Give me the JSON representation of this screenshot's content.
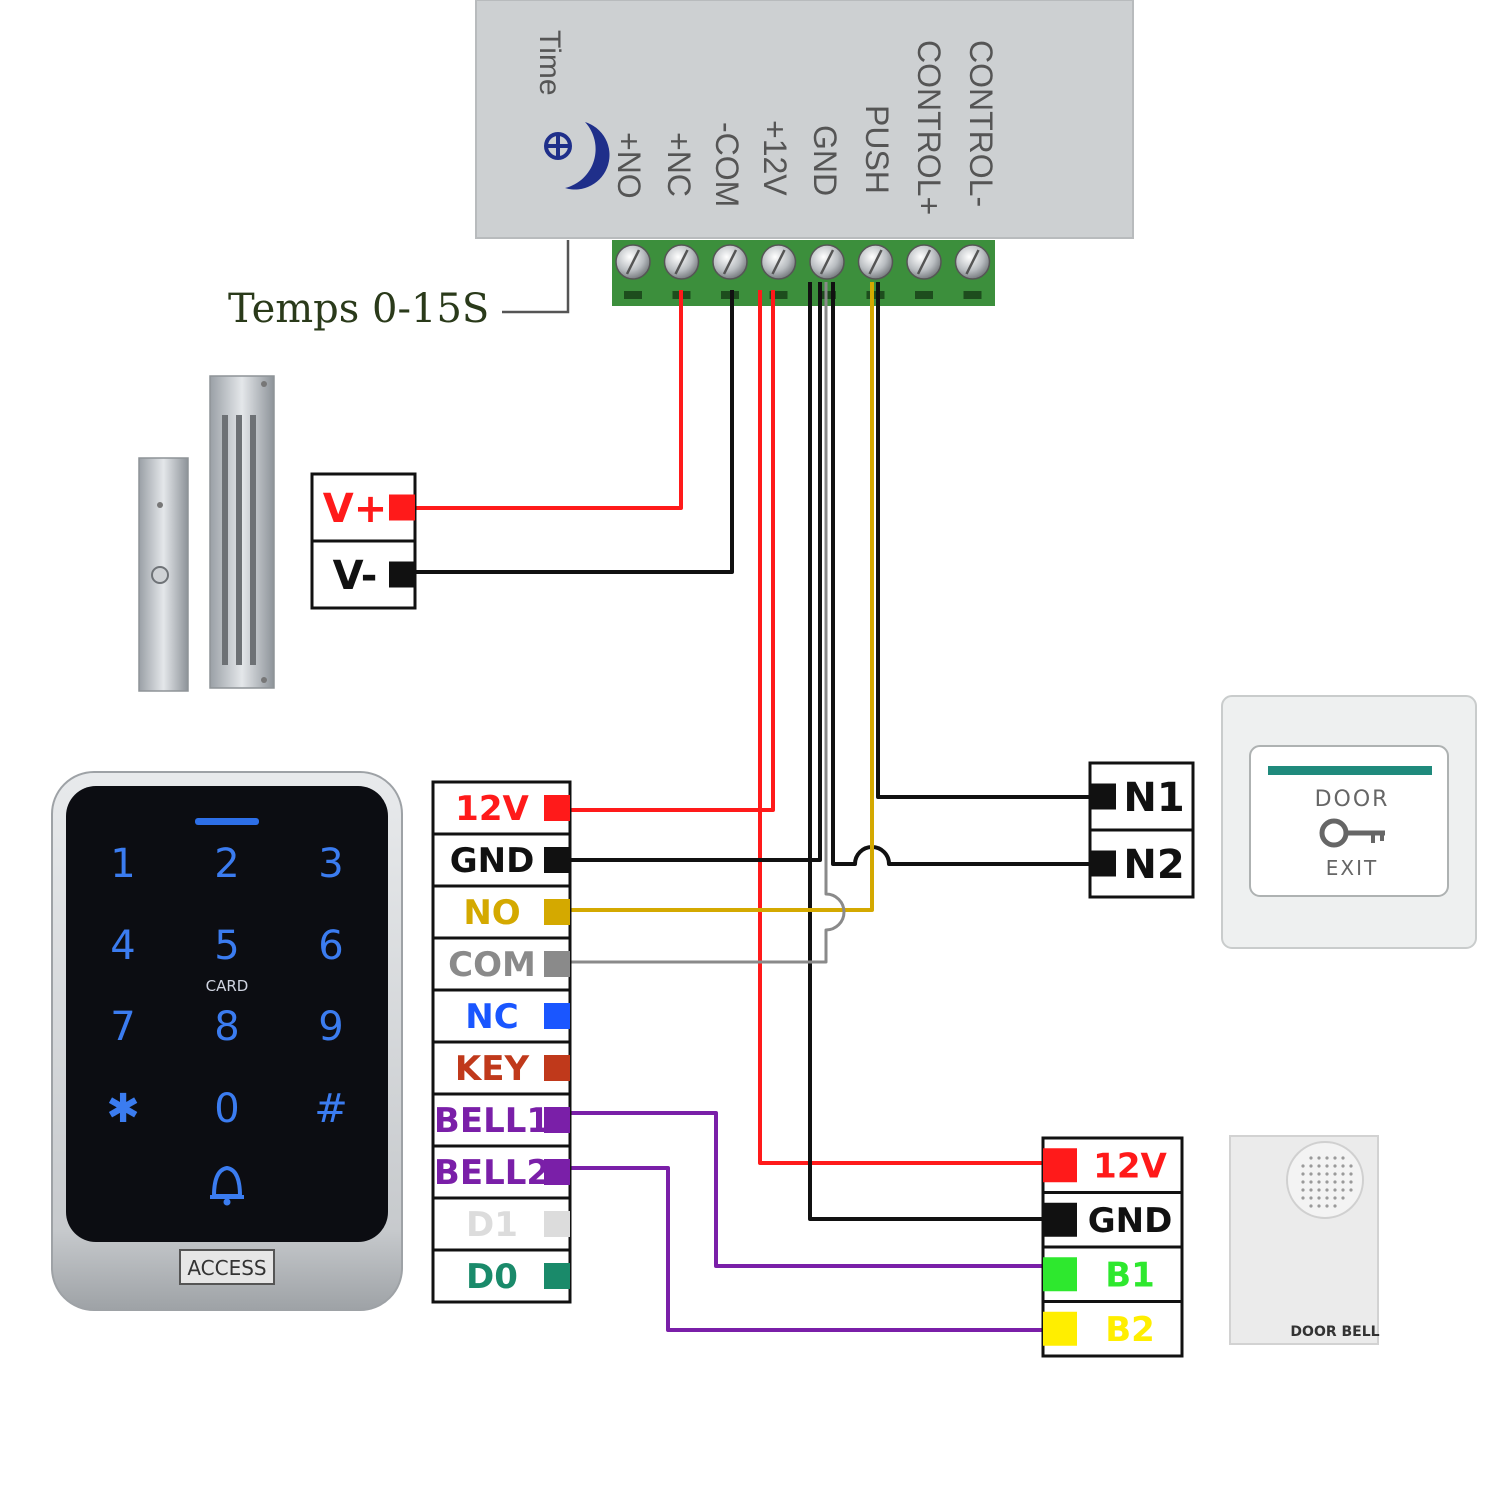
{
  "power_supply": {
    "terminals": [
      "CONTROL-",
      "CONTROL+",
      "PUSH",
      "GND",
      "+12V",
      "-COM",
      "+NC",
      "+NO"
    ],
    "time_label": "Time",
    "time_note": "Temps 0-15S"
  },
  "lock": {
    "pins": [
      {
        "label": "V+",
        "color": "#ff1a1a"
      },
      {
        "label": "V-",
        "color": "#111111"
      }
    ]
  },
  "keypad": {
    "keys": [
      "1",
      "2",
      "3",
      "4",
      "5",
      "6",
      "7",
      "8",
      "9",
      "✱",
      "0",
      "#"
    ],
    "card_label": "CARD",
    "access_label": "ACCESS",
    "pins": [
      {
        "label": "12V",
        "color": "#ff1a1a"
      },
      {
        "label": "GND",
        "color": "#111111"
      },
      {
        "label": "NO",
        "color": "#d4a900"
      },
      {
        "label": "COM",
        "color": "#8a8a8a"
      },
      {
        "label": "NC",
        "color": "#1a56ff"
      },
      {
        "label": "KEY",
        "color": "#c0391b"
      },
      {
        "label": "BELL1",
        "color": "#7a1fa8"
      },
      {
        "label": "BELL2",
        "color": "#7a1fa8"
      },
      {
        "label": "D1",
        "color": "#dcdcdc"
      },
      {
        "label": "D0",
        "color": "#1a8a6a"
      }
    ]
  },
  "exit_button": {
    "pins": [
      {
        "label": "N1",
        "color": "#111111"
      },
      {
        "label": "N2",
        "color": "#111111"
      }
    ],
    "top_text": "DOOR",
    "bottom_text": "EXIT"
  },
  "doorbell": {
    "pins": [
      {
        "label": "12V",
        "color": "#ff1a1a"
      },
      {
        "label": "GND",
        "color": "#111111"
      },
      {
        "label": "B1",
        "color": "#2ee82e"
      },
      {
        "label": "B2",
        "color": "#ffee00"
      }
    ],
    "label": "DOOR BELL"
  }
}
